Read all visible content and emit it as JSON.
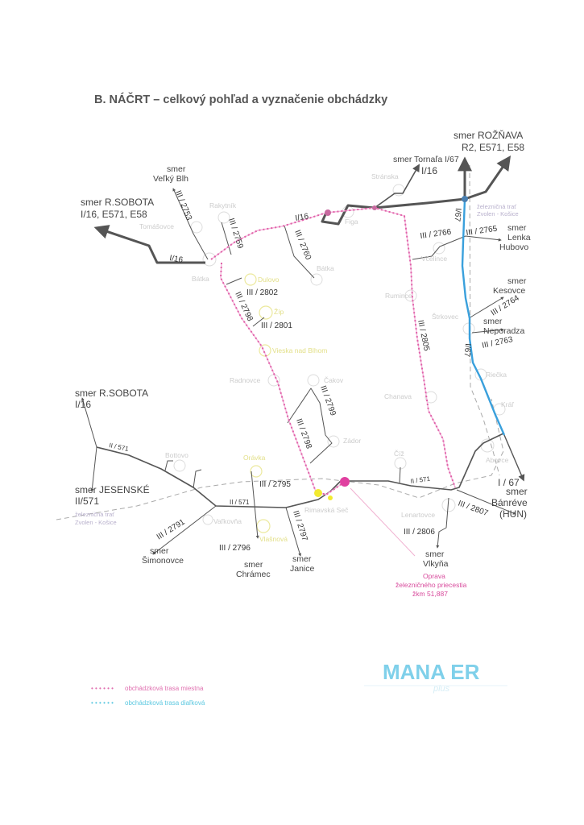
{
  "title": "B. NÁČRT – celkový pohľad a vyznačenie obchádzky",
  "directions": {
    "roznava_1": "smer ROŽŇAVA",
    "roznava_2": "R2, E571, E58",
    "tornala_1": "smer Tornaľa I/67",
    "tornala_2": "I/16",
    "velky_blh_1": "smer",
    "velky_blh_2": "Veľký Blh",
    "rsobota_n_1": "smer R.SOBOTA",
    "rsobota_n_2": "I/16, E571, E58",
    "lenka_1": "smer",
    "lenka_2": "Lenka",
    "lenka_3": "Hubovo",
    "kesovce_1": "smer",
    "kesovce_2": "Kesovce",
    "nepo_1": "smer",
    "nepo_2": "Neporadza",
    "rsobota_s_1": "smer R.SOBOTA",
    "rsobota_s_2": "I/16",
    "jesenske_1": "smer JESENSKÉ",
    "jesenske_2": "II/571",
    "simonovce_1": "smer",
    "simonovce_2": "Šimonovce",
    "chramec_1": "smer",
    "chramec_2": "Chrámec",
    "janice_1": "smer",
    "janice_2": "Janice",
    "vlkyna_1": "smer",
    "vlkyna_2": "Vlkyňa",
    "banreve_1": "I / 67",
    "banreve_2": "smer",
    "banreve_3": "Bánréve",
    "banreve_4": "(HUN)"
  },
  "roads": {
    "i16_w": "I/16",
    "i16_e": "I/16",
    "r2753": "III / 2753",
    "r2759": "III / 2759",
    "r2760": "III / 2760",
    "r2766": "III / 2766",
    "r2765": "III / 2765",
    "i67_n": "I/67",
    "i67_s": "I/67",
    "r2764": "III / 2764",
    "r2763": "III / 2763",
    "r2802": "III / 2802",
    "r2801": "III / 2801",
    "r2798_a": "III / 2798",
    "r2798_b": "III / 2798",
    "r2799": "III / 2799",
    "r2805": "III / 2805",
    "ii571_w": "II / 571",
    "ii571_m": "II / 571",
    "ii571_e": "II / 571",
    "r2795": "III / 2795",
    "r2791": "III / 2791",
    "r2796": "III / 2796",
    "r2797": "III / 2797",
    "r2806": "III / 2806",
    "r2807": "III / 2807"
  },
  "railway": {
    "n_1": "železničná trať",
    "n_2": "Zvolen - Košice",
    "w_1": "železničná trať",
    "w_2": "Zvolen - Košice"
  },
  "places": {
    "stranska": "Stránska",
    "figa": "Figa",
    "rakytnik": "Rakytník",
    "tomasovce": "Tomášovce",
    "batka": "Bátka",
    "batka2": "Bátka",
    "vcelince": "Včelince",
    "rumince": "Rumince",
    "dulovo": "Dulovo",
    "zip": "Žíp",
    "vieska": "Vieska nad Blhom",
    "radnovce": "Radnovce",
    "cakov": "Čakov",
    "zador": "Zádor",
    "strkovec": "Štrkovec",
    "riecka": "Riečka",
    "kral": "Kráľ",
    "chanava": "Chanava",
    "abovce": "Abovce",
    "ciz": "Číž",
    "lenartovce": "Lenartovce",
    "bottovo": "Bottovo",
    "orovka": "Orávka",
    "valkovna": "Vaľkovňa",
    "vlasnova": "Vlašnová",
    "rimavska_sec": "Rimavská Seč"
  },
  "annotation": {
    "line1": "Oprava",
    "line2": "železničného priecestia",
    "line3": "žkm 51,887"
  },
  "legend": {
    "local": "obchádzková trasa miestna",
    "long": "obchádzková trasa diaľková",
    "dots": "• • • • • •"
  },
  "logo": {
    "text": "MANA  ER",
    "sub": "plus"
  },
  "colors": {
    "local_route": "#e060a8",
    "long_route": "#3aa0dc",
    "road": "#555555"
  }
}
